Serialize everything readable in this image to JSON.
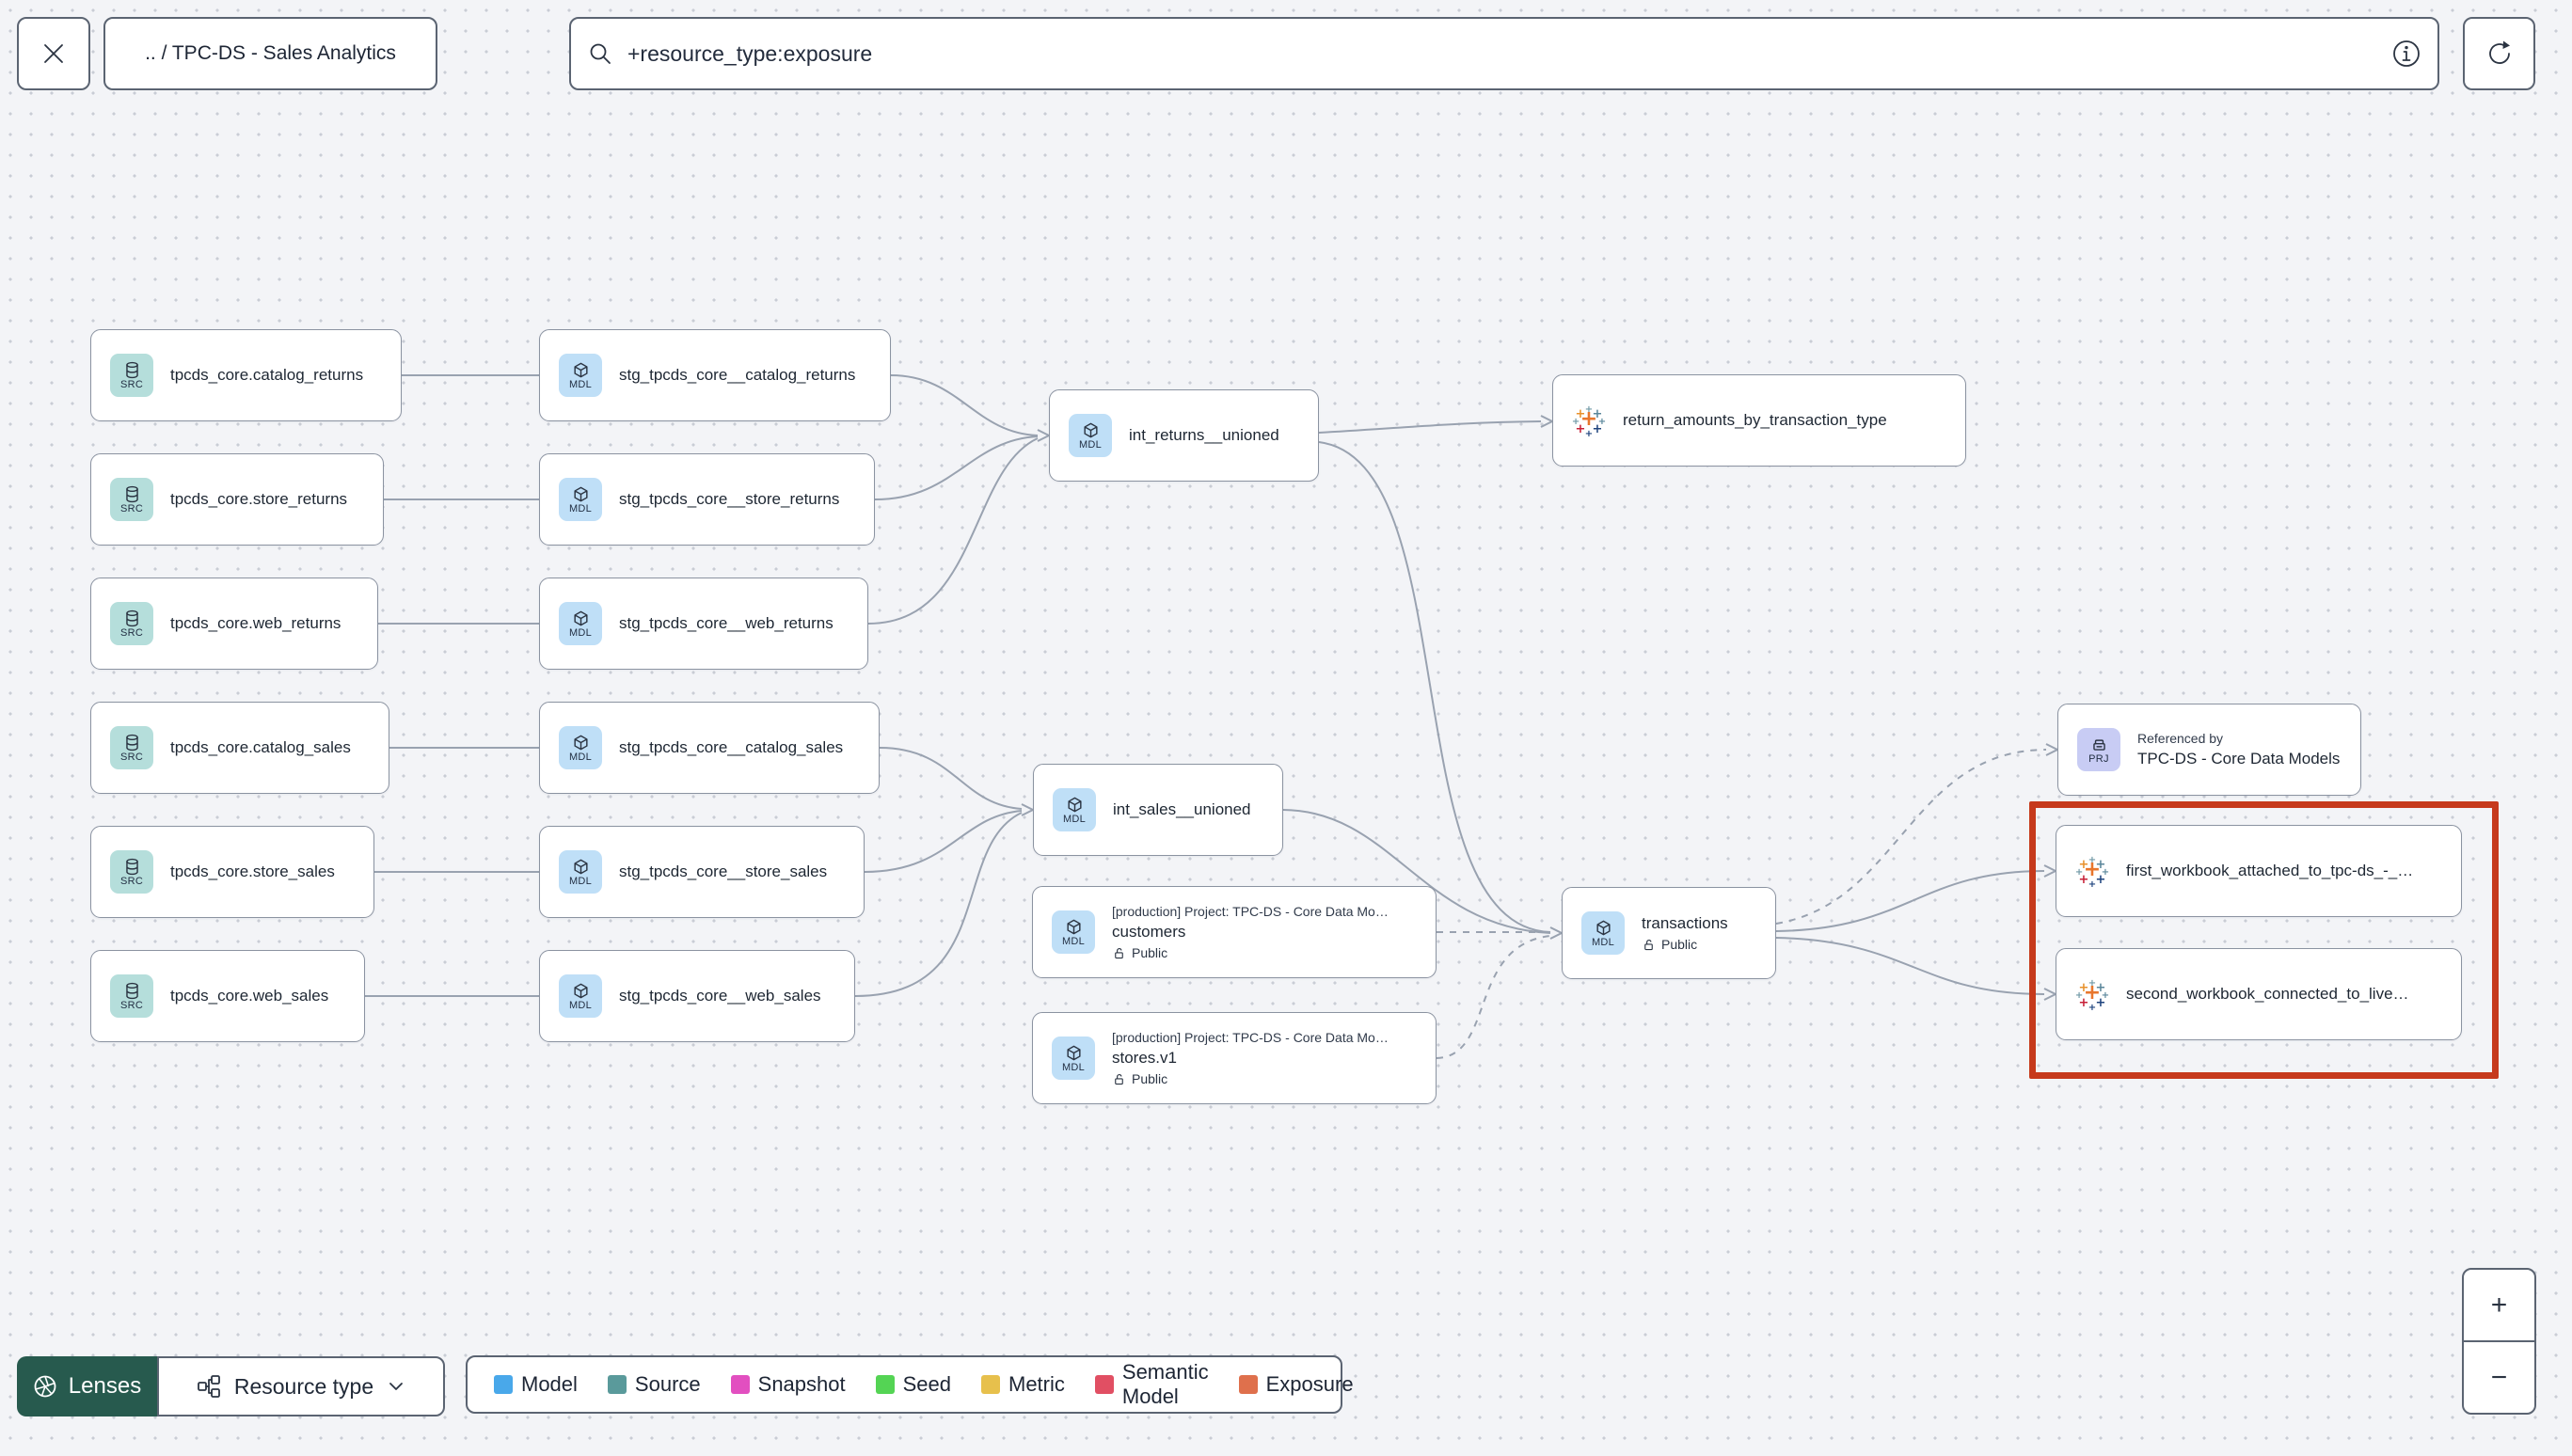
{
  "topbar": {
    "close_label": "close",
    "breadcrumb": ".. / TPC-DS - Sales Analytics",
    "search_value": "+resource_type:exposure",
    "icons": [
      "close-icon",
      "search-icon",
      "info-icon",
      "refresh-icon"
    ]
  },
  "graph": {
    "chips": {
      "source": "SRC",
      "model": "MDL",
      "project": "PRJ"
    },
    "nodes": [
      {
        "id": 0,
        "type": "source",
        "chip": "SRC",
        "label": "tpcds_core.catalog_returns"
      },
      {
        "id": 1,
        "type": "source",
        "chip": "SRC",
        "label": "tpcds_core.store_returns"
      },
      {
        "id": 2,
        "type": "source",
        "chip": "SRC",
        "label": "tpcds_core.web_returns"
      },
      {
        "id": 3,
        "type": "source",
        "chip": "SRC",
        "label": "tpcds_core.catalog_sales"
      },
      {
        "id": 4,
        "type": "source",
        "chip": "SRC",
        "label": "tpcds_core.store_sales"
      },
      {
        "id": 5,
        "type": "source",
        "chip": "SRC",
        "label": "tpcds_core.web_sales"
      },
      {
        "id": 6,
        "type": "model",
        "chip": "MDL",
        "label": "stg_tpcds_core__catalog_returns"
      },
      {
        "id": 7,
        "type": "model",
        "chip": "MDL",
        "label": "stg_tpcds_core__store_returns"
      },
      {
        "id": 8,
        "type": "model",
        "chip": "MDL",
        "label": "stg_tpcds_core__web_returns"
      },
      {
        "id": 9,
        "type": "model",
        "chip": "MDL",
        "label": "stg_tpcds_core__catalog_sales"
      },
      {
        "id": 10,
        "type": "model",
        "chip": "MDL",
        "label": "stg_tpcds_core__store_sales"
      },
      {
        "id": 11,
        "type": "model",
        "chip": "MDL",
        "label": "stg_tpcds_core__web_sales"
      },
      {
        "id": 12,
        "type": "model",
        "chip": "MDL",
        "label": "int_returns__unioned"
      },
      {
        "id": 13,
        "type": "exposure",
        "label": "return_amounts_by_transaction_type"
      },
      {
        "id": 14,
        "type": "model",
        "chip": "MDL",
        "label": "int_sales__unioned"
      },
      {
        "id": 15,
        "type": "model",
        "chip": "MDL",
        "project_line": "[production] Project: TPC-DS - Core Data Mo…",
        "label": "customers",
        "access": "Public"
      },
      {
        "id": 16,
        "type": "model",
        "chip": "MDL",
        "project_line": "[production] Project: TPC-DS - Core Data Mo…",
        "label": "stores.v1",
        "access": "Public"
      },
      {
        "id": 17,
        "type": "model",
        "chip": "MDL",
        "label": "transactions",
        "access": "Public"
      },
      {
        "id": 18,
        "type": "project",
        "chip": "PRJ",
        "ref_line": "Referenced by",
        "label": "TPC-DS - Core Data Models"
      },
      {
        "id": 19,
        "type": "exposure",
        "label": "first_workbook_attached_to_tpc-ds_-_…"
      },
      {
        "id": 20,
        "type": "exposure",
        "label": "second_workbook_connected_to_live…"
      }
    ],
    "edges": [
      {
        "from": "tpcds_core.catalog_returns",
        "to": "stg_tpcds_core__catalog_returns",
        "style": "solid"
      },
      {
        "from": "tpcds_core.store_returns",
        "to": "stg_tpcds_core__store_returns",
        "style": "solid"
      },
      {
        "from": "tpcds_core.web_returns",
        "to": "stg_tpcds_core__web_returns",
        "style": "solid"
      },
      {
        "from": "tpcds_core.catalog_sales",
        "to": "stg_tpcds_core__catalog_sales",
        "style": "solid"
      },
      {
        "from": "tpcds_core.store_sales",
        "to": "stg_tpcds_core__store_sales",
        "style": "solid"
      },
      {
        "from": "tpcds_core.web_sales",
        "to": "stg_tpcds_core__web_sales",
        "style": "solid"
      },
      {
        "from": "stg_tpcds_core__catalog_returns",
        "to": "int_returns__unioned",
        "style": "solid"
      },
      {
        "from": "stg_tpcds_core__store_returns",
        "to": "int_returns__unioned",
        "style": "solid"
      },
      {
        "from": "stg_tpcds_core__web_returns",
        "to": "int_returns__unioned",
        "style": "solid"
      },
      {
        "from": "stg_tpcds_core__catalog_sales",
        "to": "int_sales__unioned",
        "style": "solid"
      },
      {
        "from": "stg_tpcds_core__store_sales",
        "to": "int_sales__unioned",
        "style": "solid"
      },
      {
        "from": "stg_tpcds_core__web_sales",
        "to": "int_sales__unioned",
        "style": "solid"
      },
      {
        "from": "int_returns__unioned",
        "to": "return_amounts_by_transaction_type",
        "style": "solid"
      },
      {
        "from": "int_returns__unioned",
        "to": "transactions",
        "style": "solid"
      },
      {
        "from": "int_sales__unioned",
        "to": "transactions",
        "style": "solid"
      },
      {
        "from": "customers",
        "to": "transactions",
        "style": "dashed"
      },
      {
        "from": "stores.v1",
        "to": "transactions",
        "style": "dashed"
      },
      {
        "from": "transactions",
        "to": "TPC-DS - Core Data Models",
        "style": "dashed"
      },
      {
        "from": "transactions",
        "to": "first_workbook_attached_to_tpc-ds_-_…",
        "style": "solid"
      },
      {
        "from": "transactions",
        "to": "second_workbook_connected_to_live…",
        "style": "solid"
      }
    ]
  },
  "toolbar": {
    "lenses_label": "Lenses",
    "filter_label": "Resource type"
  },
  "legend": {
    "items": [
      {
        "label": "Model",
        "color": "#49a8ea"
      },
      {
        "label": "Source",
        "color": "#5a9a9b"
      },
      {
        "label": "Snapshot",
        "color": "#e24fc0"
      },
      {
        "label": "Seed",
        "color": "#54d454"
      },
      {
        "label": "Metric",
        "color": "#e7c04c"
      },
      {
        "label": "Semantic Model",
        "color": "#e14f63"
      },
      {
        "label": "Exposure",
        "color": "#df704c"
      }
    ]
  },
  "zoom_controls": {
    "zoom_in": "+",
    "zoom_out": "−"
  },
  "colors": {
    "background": "#f3f4f7",
    "node_border": "#8b93a1",
    "edge": "#99a2b0",
    "highlight_box": "#c63a1c",
    "lenses_button": "#275a4e",
    "chip_source": "#b5dedb",
    "chip_model": "#bfdff7",
    "chip_project": "#c8ccf4"
  }
}
